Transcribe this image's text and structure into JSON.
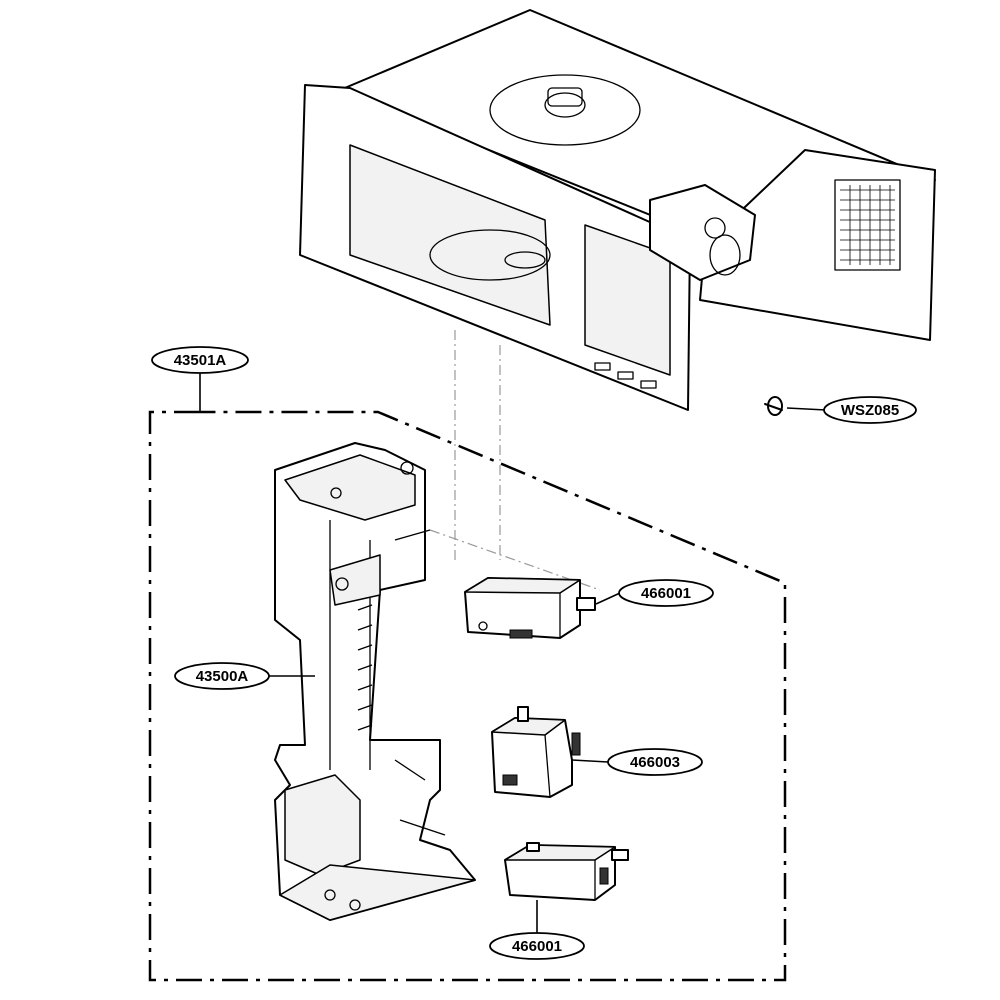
{
  "callouts": [
    {
      "id": "c1",
      "label": "43501A"
    },
    {
      "id": "c2",
      "label": "WSZ085"
    },
    {
      "id": "c3",
      "label": "466001"
    },
    {
      "id": "c4",
      "label": "43500A"
    },
    {
      "id": "c5",
      "label": "466003"
    },
    {
      "id": "c6",
      "label": "466001"
    }
  ],
  "colors": {
    "line": "#000000",
    "background": "#ffffff",
    "shade": "#f2f2f2"
  }
}
